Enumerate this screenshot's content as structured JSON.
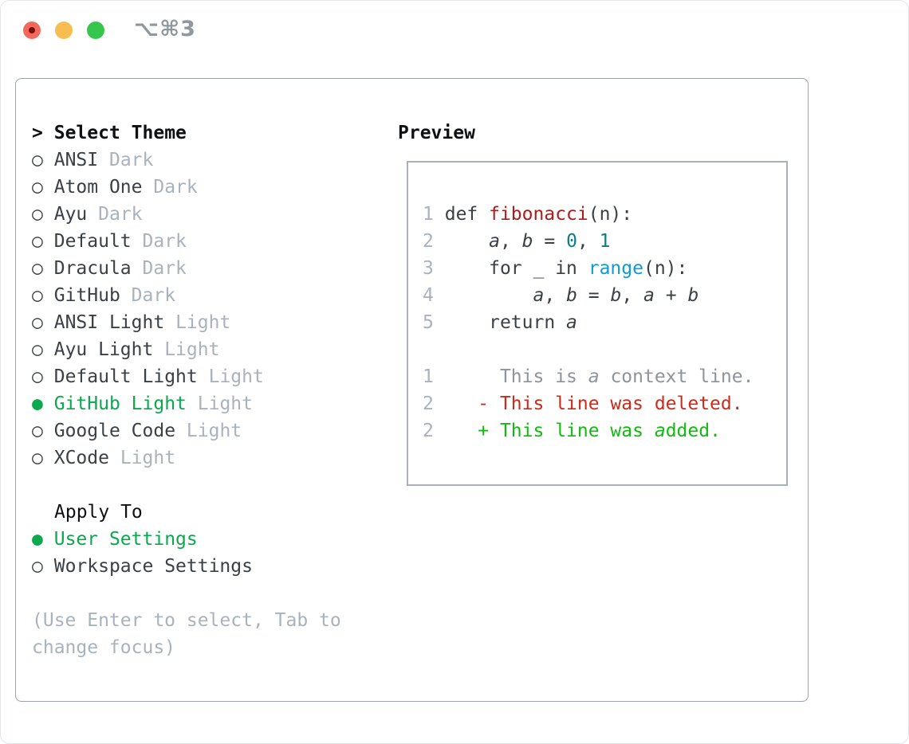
{
  "window": {
    "title": "⌥⌘3"
  },
  "colors": {
    "text_dark": "#3a4046",
    "heading_black": "#0e1013",
    "muted_gray": "#a9b2bd",
    "selected_green": "#0ba84e",
    "added_green": "#12ba12",
    "deleted_red": "#cc2b1b",
    "function_red": "#ac1c1c",
    "number_teal": "#0c7e86",
    "builtin_blue": "#0d9bd8",
    "context_gray": "#8d949c",
    "line_number_gray": "#a9b2c1",
    "panel_border": "#9aa3ae",
    "traffic_red": "#f1685d",
    "traffic_yellow": "#f6bd4f",
    "traffic_green": "#35c74c"
  },
  "theme_picker": {
    "heading_prefix": ">",
    "heading": "Select Theme",
    "items": [
      {
        "name": "ANSI",
        "variant": "Dark",
        "selected": false
      },
      {
        "name": "Atom One",
        "variant": "Dark",
        "selected": false
      },
      {
        "name": "Ayu",
        "variant": "Dark",
        "selected": false
      },
      {
        "name": "Default",
        "variant": "Dark",
        "selected": false
      },
      {
        "name": "Dracula",
        "variant": "Dark",
        "selected": false
      },
      {
        "name": "GitHub",
        "variant": "Dark",
        "selected": false
      },
      {
        "name": "ANSI Light",
        "variant": "Light",
        "selected": false
      },
      {
        "name": "Ayu Light",
        "variant": "Light",
        "selected": false
      },
      {
        "name": "Default Light",
        "variant": "Light",
        "selected": false
      },
      {
        "name": "GitHub Light",
        "variant": "Light",
        "selected": true
      },
      {
        "name": "Google Code",
        "variant": "Light",
        "selected": false
      },
      {
        "name": "XCode",
        "variant": "Light",
        "selected": false
      }
    ],
    "bullet_selected": "●",
    "bullet_unselected": "○",
    "apply_to": {
      "heading": "Apply To",
      "options": [
        {
          "label": "User Settings",
          "selected": true
        },
        {
          "label": "Workspace Settings",
          "selected": false
        }
      ]
    },
    "hint_line1": "(Use Enter to select, Tab to",
    "hint_line2": "change focus)"
  },
  "preview": {
    "heading": "Preview",
    "code_lines": [
      {
        "num": "1",
        "segments": [
          {
            "t": "def ",
            "c": "plain"
          },
          {
            "t": "fibonacci",
            "c": "func"
          },
          {
            "t": "(n):",
            "c": "plain"
          }
        ]
      },
      {
        "num": "2",
        "segments": [
          {
            "t": "    ",
            "c": "plain"
          },
          {
            "t": "a",
            "c": "var"
          },
          {
            "t": ", ",
            "c": "plain"
          },
          {
            "t": "b",
            "c": "var"
          },
          {
            "t": " = ",
            "c": "plain"
          },
          {
            "t": "0",
            "c": "num"
          },
          {
            "t": ", ",
            "c": "plain"
          },
          {
            "t": "1",
            "c": "num"
          }
        ]
      },
      {
        "num": "3",
        "segments": [
          {
            "t": "    for _ in ",
            "c": "plain"
          },
          {
            "t": "range",
            "c": "builtin"
          },
          {
            "t": "(n):",
            "c": "plain"
          }
        ]
      },
      {
        "num": "4",
        "segments": [
          {
            "t": "        ",
            "c": "plain"
          },
          {
            "t": "a",
            "c": "var"
          },
          {
            "t": ", ",
            "c": "plain"
          },
          {
            "t": "b",
            "c": "var"
          },
          {
            "t": " = ",
            "c": "plain"
          },
          {
            "t": "b",
            "c": "var"
          },
          {
            "t": ", ",
            "c": "plain"
          },
          {
            "t": "a",
            "c": "var"
          },
          {
            "t": " + ",
            "c": "plain"
          },
          {
            "t": "b",
            "c": "var"
          }
        ]
      },
      {
        "num": "5",
        "segments": [
          {
            "t": "    return ",
            "c": "plain"
          },
          {
            "t": "a",
            "c": "var"
          }
        ]
      },
      {
        "num": "",
        "segments": []
      },
      {
        "num": "1",
        "segments": [
          {
            "t": "     This is ",
            "c": "ctx"
          },
          {
            "t": "a",
            "c": "ctx-em"
          },
          {
            "t": " context line.",
            "c": "ctx"
          }
        ]
      },
      {
        "num": "2",
        "segments": [
          {
            "t": "   - This line was deleted.",
            "c": "del"
          }
        ]
      },
      {
        "num": "2",
        "segments": [
          {
            "t": "   + This line was ",
            "c": "add"
          },
          {
            "t": "a",
            "c": "add-em"
          },
          {
            "t": "dded.",
            "c": "add"
          }
        ]
      }
    ]
  }
}
